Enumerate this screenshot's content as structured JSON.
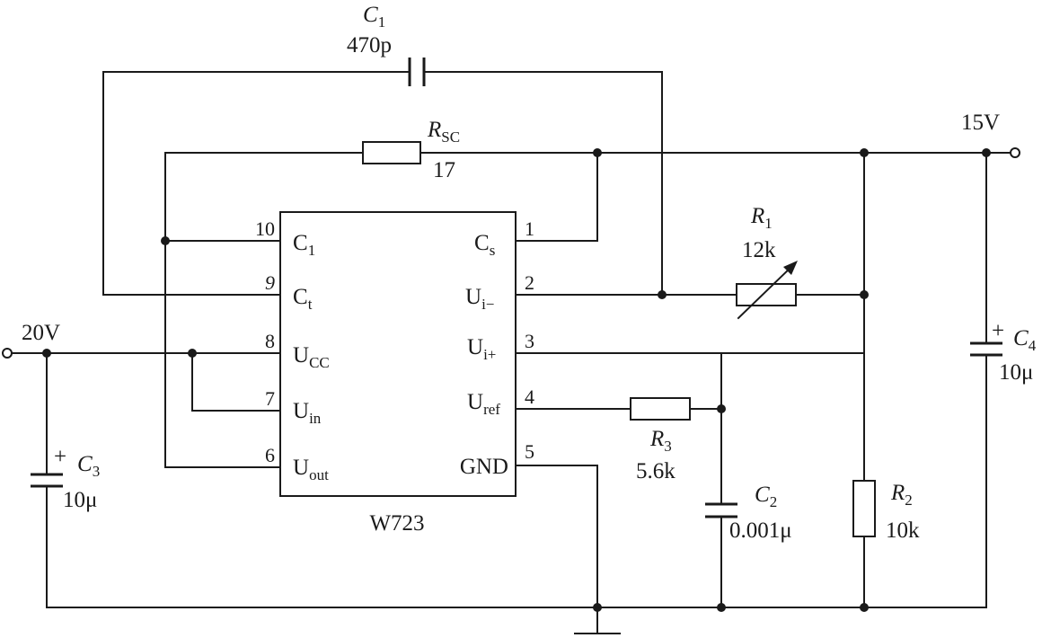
{
  "ic": {
    "name": "W723",
    "left_pins": [
      {
        "num": "10",
        "base": "C",
        "sub": "1"
      },
      {
        "num": "9",
        "base": "C",
        "sub": "t"
      },
      {
        "num": "8",
        "base": "U",
        "sub": "CC"
      },
      {
        "num": "7",
        "base": "U",
        "sub": "in"
      },
      {
        "num": "6",
        "base": "U",
        "sub": "out"
      }
    ],
    "right_pins": [
      {
        "num": "1",
        "base": "C",
        "sub": "s"
      },
      {
        "num": "2",
        "base": "U",
        "sub": "i−"
      },
      {
        "num": "3",
        "base": "U",
        "sub": "i+"
      },
      {
        "num": "4",
        "base": "U",
        "sub": "ref"
      },
      {
        "num": "5",
        "base": "GND",
        "sub": ""
      }
    ]
  },
  "components": {
    "c1": {
      "sym": "C",
      "sub": "1",
      "value": "470p"
    },
    "rsc": {
      "sym": "R",
      "sub": "SC",
      "value": "17"
    },
    "r1": {
      "sym": "R",
      "sub": "1",
      "value": "12k"
    },
    "r2": {
      "sym": "R",
      "sub": "2",
      "value": "10k"
    },
    "r3": {
      "sym": "R",
      "sub": "3",
      "value": "5.6k"
    },
    "c2": {
      "sym": "C",
      "sub": "2",
      "value": "0.001μ"
    },
    "c3": {
      "sym": "C",
      "sub": "3",
      "value": "10μ"
    },
    "c4": {
      "sym": "C",
      "sub": "4",
      "value": "10μ"
    }
  },
  "terminals": {
    "input": "20V",
    "output": "15V"
  },
  "polarity": "+"
}
